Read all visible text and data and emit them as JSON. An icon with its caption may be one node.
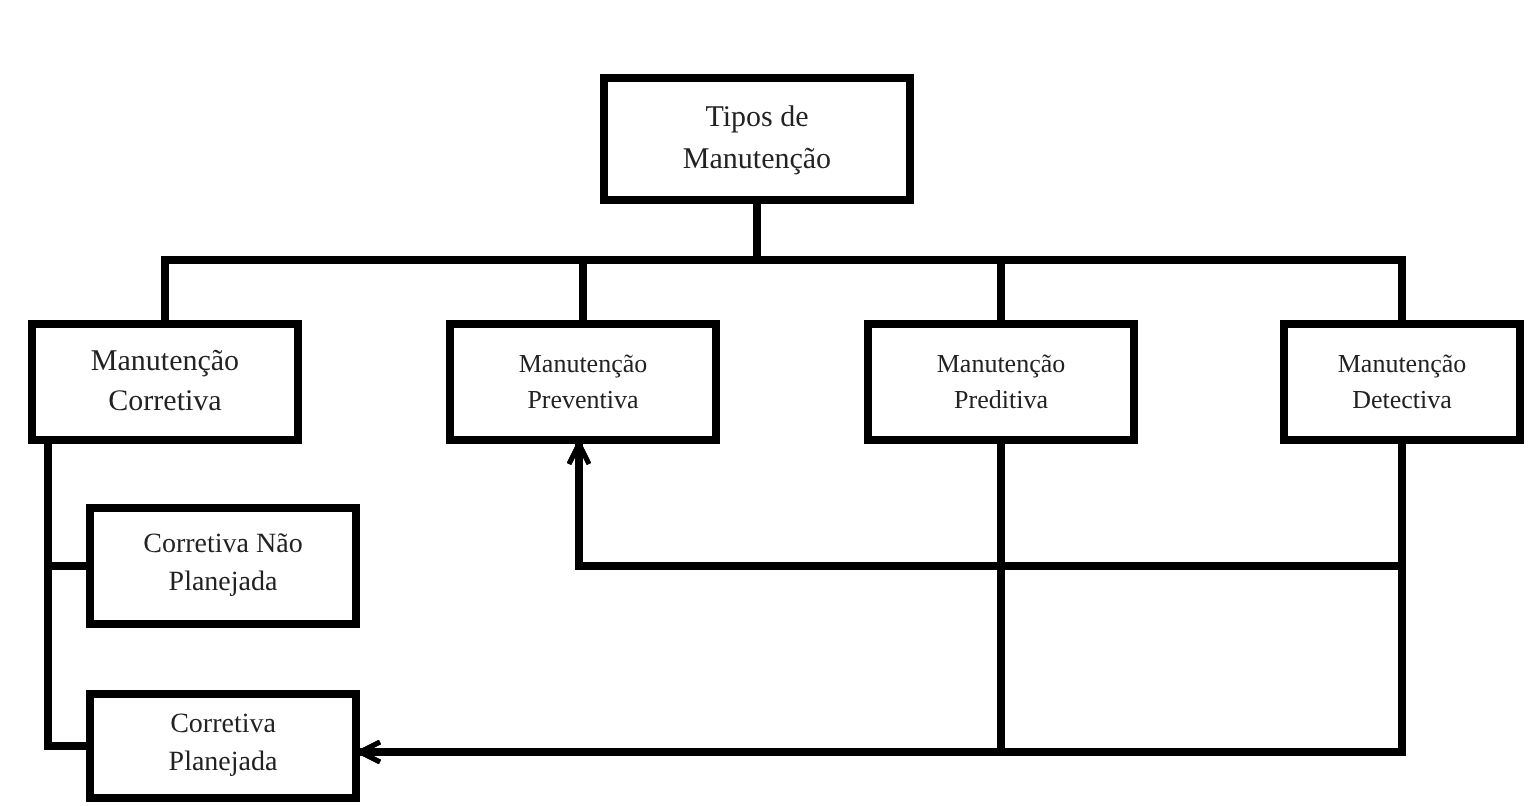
{
  "diagram": {
    "nodes": [
      {
        "text": [
          "Tipos de Manutenção"
        ]
      },
      {
        "text": [
          "Manutenção Corretiva"
        ]
      },
      {
        "text": [
          "Manutenção Preventiva"
        ]
      },
      {
        "text": [
          "Manutenção Preditiva"
        ]
      },
      {
        "text": [
          "Manutenção Detectiva"
        ]
      },
      {
        "text": [
          "Corretiva Não Planejada"
        ]
      },
      {
        "text": [
          "Corretiva Planejada"
        ]
      }
    ],
    "edges": [
      {
        "from": 0,
        "to": 1,
        "arrow": "none"
      },
      {
        "from": 0,
        "to": 2,
        "arrow": "none"
      },
      {
        "from": 0,
        "to": 3,
        "arrow": "none"
      },
      {
        "from": 0,
        "to": 4,
        "arrow": "none"
      },
      {
        "from": 1,
        "to": 5,
        "arrow": "none"
      },
      {
        "from": 1,
        "to": 6,
        "arrow": "none"
      },
      {
        "from": 3,
        "to": 2,
        "arrow": "to"
      },
      {
        "from": 4,
        "to": 2,
        "arrow": "to"
      },
      {
        "from": 3,
        "to": 6,
        "arrow": "to"
      },
      {
        "from": 4,
        "to": 6,
        "arrow": "to"
      }
    ]
  }
}
